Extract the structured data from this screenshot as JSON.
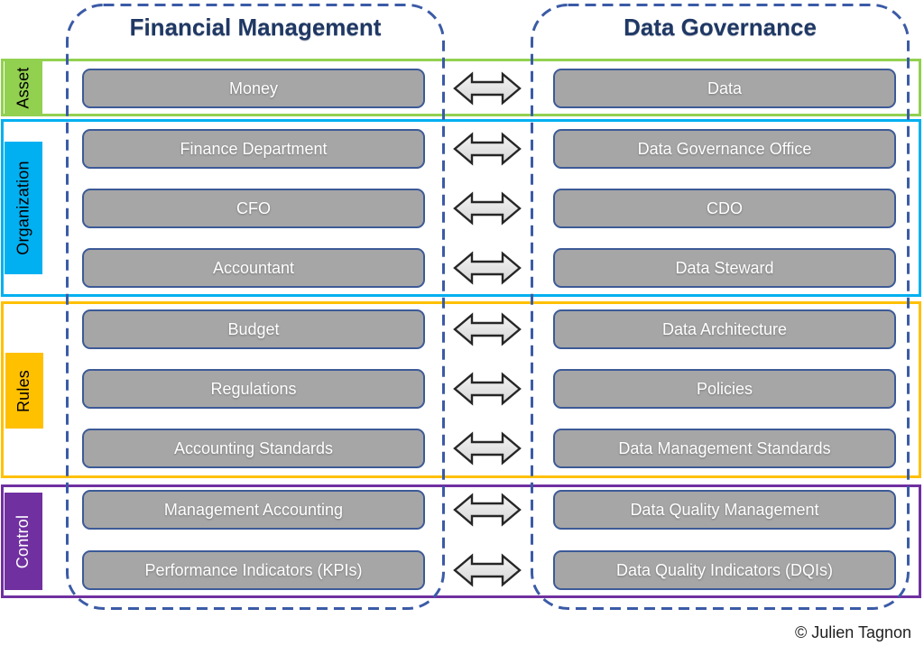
{
  "columns": {
    "left": {
      "title": "Financial Management"
    },
    "right": {
      "title": "Data Governance"
    }
  },
  "bands": [
    {
      "label": "Asset",
      "color": "#92D050",
      "text_color": "#000000"
    },
    {
      "label": "Organization",
      "color": "#00B0F0",
      "text_color": "#000000"
    },
    {
      "label": "Rules",
      "color": "#FFC000",
      "text_color": "#000000"
    },
    {
      "label": "Control",
      "color": "#7030A0",
      "text_color": "#FFFFFF"
    }
  ],
  "rows": [
    {
      "band": "Asset",
      "left": "Money",
      "right": "Data"
    },
    {
      "band": "Organization",
      "left": "Finance Department",
      "right": "Data Governance Office"
    },
    {
      "band": "Organization",
      "left": "CFO",
      "right": "CDO"
    },
    {
      "band": "Organization",
      "left": "Accountant",
      "right": "Data Steward"
    },
    {
      "band": "Rules",
      "left": "Budget",
      "right": "Data Architecture"
    },
    {
      "band": "Rules",
      "left": "Regulations",
      "right": "Policies"
    },
    {
      "band": "Rules",
      "left": "Accounting Standards",
      "right": "Data Management Standards"
    },
    {
      "band": "Control",
      "left": "Management Accounting",
      "right": "Data Quality Management"
    },
    {
      "band": "Control",
      "left": "Performance Indicators (KPIs)",
      "right": "Data Quality Indicators (DQIs)"
    }
  ],
  "colors": {
    "box_fill": "#A6A6A6",
    "box_border": "#3D5A97",
    "box_text": "#FFFFFF",
    "dashed_frame": "#3B5BA6",
    "title_text": "#1F3864",
    "arrow_fill_light": "#F2F2F2",
    "arrow_fill_dark": "#D6D6D6",
    "arrow_outline": "#262626"
  },
  "footer": {
    "credit": "© Julien Tagnon"
  }
}
